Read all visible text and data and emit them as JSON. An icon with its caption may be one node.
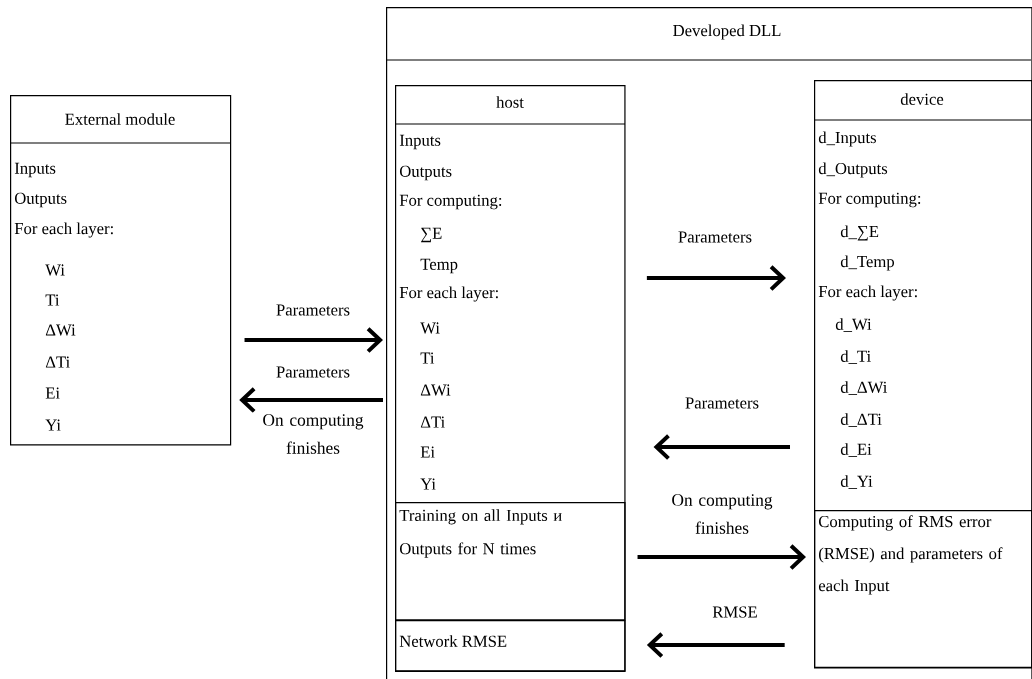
{
  "diagram": {
    "nodes": [
      {
        "text": [
          "External module",
          "Inputs",
          "Outputs",
          "For each layer:",
          "Wi",
          "Ti",
          "ΔWi",
          "ΔTi",
          "Ei",
          "Yi"
        ]
      },
      {
        "text": [
          "Developed DLL"
        ]
      },
      {
        "text": [
          "host",
          "Inputs",
          "Outputs",
          "For computing:",
          "∑E",
          "Temp",
          "For each layer:",
          "Wi",
          "Ti",
          "ΔWi",
          "ΔTi",
          "Ei",
          "Yi"
        ],
        "in": 1
      },
      {
        "text": [
          "Training on all Inputs и Outputs for N times"
        ],
        "in": 2
      },
      {
        "text": [
          "Network RMSE"
        ],
        "in": 2
      },
      {
        "text": [
          "device",
          "d_Inputs",
          "d_Outputs",
          "For computing:",
          "d_∑E",
          "d_Temp",
          "For each layer:",
          "d_Wi",
          "d_Ti",
          "d_ΔWi",
          "d_ΔTi",
          "d_Ei",
          "d_Yi"
        ],
        "in": 1
      },
      {
        "text": [
          "Computing of RMS error (RMSE) and parameters of each Input"
        ],
        "in": 5
      }
    ],
    "edges": [
      {
        "from": 0,
        "to": 2,
        "arrow": "to",
        "label": "Parameters"
      },
      {
        "from": 2,
        "to": 0,
        "arrow": "to",
        "label": "Parameters"
      },
      {
        "from": 2,
        "to": 5,
        "arrow": "to",
        "label": "Parameters"
      },
      {
        "from": 5,
        "to": 2,
        "arrow": "to",
        "label": "Parameters"
      },
      {
        "from": 3,
        "to": 6,
        "arrow": "to",
        "label": "On computing finishes"
      },
      {
        "from": 6,
        "to": 4,
        "arrow": "to",
        "label": "RMSE"
      }
    ],
    "labels": [
      "On computing finishes"
    ]
  }
}
